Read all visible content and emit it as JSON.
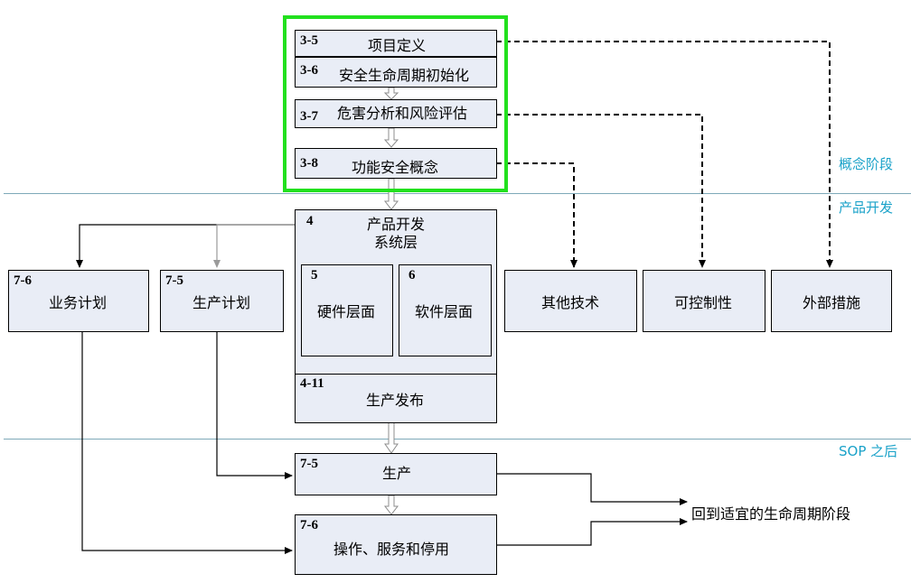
{
  "phases": {
    "concept": "概念阶段",
    "product_dev": "产品开发",
    "after_sop": "SOP 之后"
  },
  "concept_boxes": [
    {
      "num": "3-5",
      "label": "项目定义"
    },
    {
      "num": "3-6",
      "label": "安全生命周期初始化"
    },
    {
      "num": "3-7",
      "label": "危害分析和风险评估"
    },
    {
      "num": "3-8",
      "label": "功能安全概念"
    }
  ],
  "product_dev": {
    "num": "4",
    "title": "产品开发",
    "subtitle": "系统层",
    "hardware": {
      "num": "5",
      "label": "硬件层面"
    },
    "software": {
      "num": "6",
      "label": "软件层面"
    },
    "release": {
      "num": "4-11",
      "label": "生产发布"
    }
  },
  "planning": [
    {
      "num": "7-6",
      "label": "业务计划"
    },
    {
      "num": "7-5",
      "label": "生产计划"
    }
  ],
  "measures": [
    {
      "label": "其他技术"
    },
    {
      "label": "可控制性"
    },
    {
      "label": "外部措施"
    }
  ],
  "sop_boxes": [
    {
      "num": "7-5",
      "label": "生产"
    },
    {
      "num": "7-6",
      "label": "操作、服务和停用"
    }
  ],
  "return_text": "回到适宜的生命周期阶段",
  "colors": {
    "box_fill": "#e9edf6",
    "highlight": "#22e01e",
    "phase_text": "#1aa2c9"
  }
}
